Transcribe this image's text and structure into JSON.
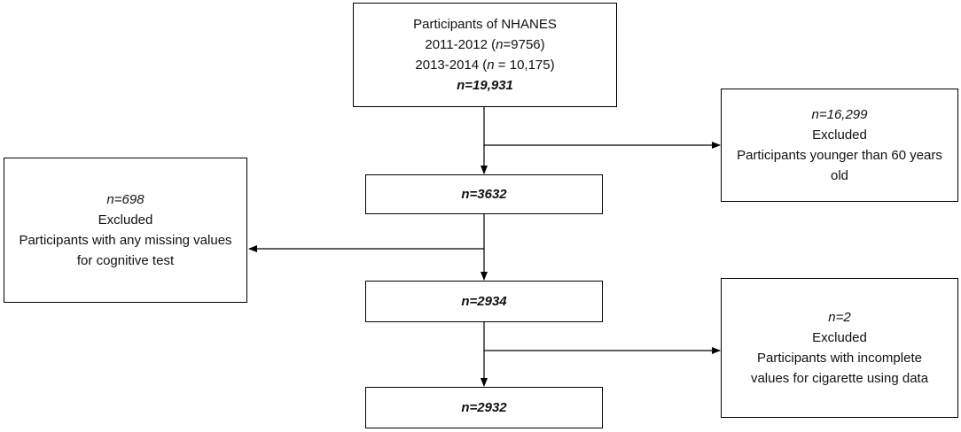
{
  "flowchart": {
    "top_box": {
      "line1": "Participants of NHANES",
      "line2_prefix": "2011-2012 (",
      "line2_n": "n",
      "line2_suffix": "=9756)",
      "line3_prefix": "2013-2014 (",
      "line3_n": "n",
      "line3_suffix": " = 10,175)",
      "total": "n=19,931"
    },
    "step1": {
      "count": "n=3632"
    },
    "step2": {
      "count": "n=2934"
    },
    "step3": {
      "count": "n=2932"
    },
    "exclusion1": {
      "count": "n=16,299",
      "label": "Excluded",
      "reason_line1": "Participants younger than 60 years",
      "reason_line2": "old"
    },
    "exclusion2": {
      "count": "n=698",
      "label": "Excluded",
      "reason_line1": "Participants with any missing values",
      "reason_line2": "for cognitive test"
    },
    "exclusion3": {
      "count": "n=2",
      "label": "Excluded",
      "reason_line1": "Participants with incomplete",
      "reason_line2": "values for cigarette using data"
    }
  }
}
